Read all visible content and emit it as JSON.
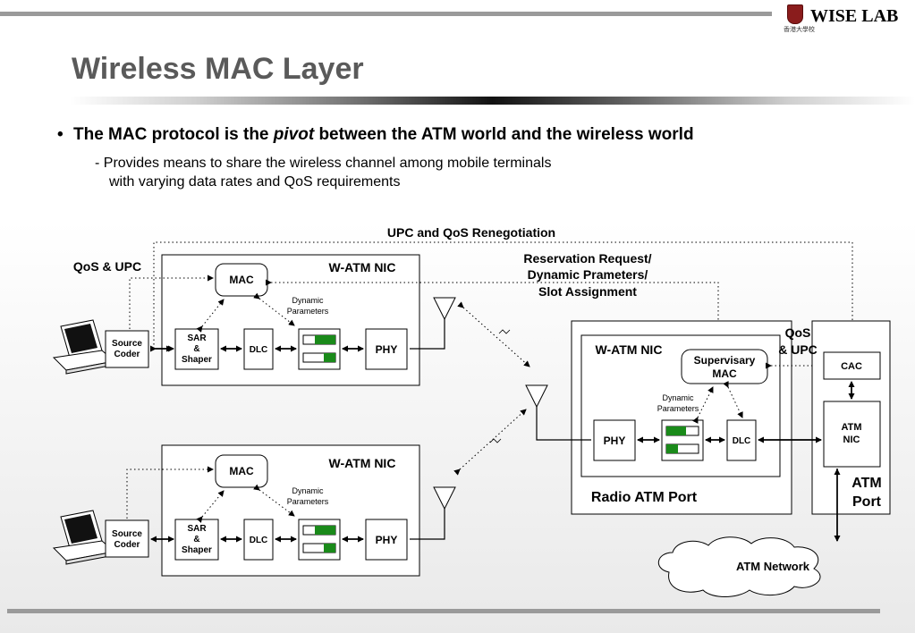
{
  "header": {
    "logo_text": "WISE LAB",
    "logo_subtext": "香港大學校"
  },
  "title": "Wireless MAC Layer",
  "bullets": {
    "main_prefix": "The MAC protocol is the ",
    "main_emph": "pivot",
    "main_suffix": " between the ATM world and the wireless world",
    "sub_line1": "-  Provides means to share the wireless channel among mobile terminals",
    "sub_line2": "with varying data rates and QoS requirements"
  },
  "diagram": {
    "upc_reneg": "UPC and QoS Renegotiation",
    "qos_upc_left": "QoS & UPC",
    "reservation_line1": "Reservation Request/",
    "reservation_line2": "Dynamic Prameters/",
    "reservation_line3": "Slot Assignment",
    "terminal1": {
      "nic_label": "W-ATM NIC",
      "mac": "MAC",
      "dyn_line1": "Dynamic",
      "dyn_line2": "Parameters",
      "source_line1": "Source",
      "source_line2": "Coder",
      "sar_line1": "SAR",
      "sar_line2": "&",
      "sar_line3": "Shaper",
      "dlc": "DLC",
      "phy": "PHY"
    },
    "terminal2": {
      "nic_label": "W-ATM NIC",
      "mac": "MAC",
      "dyn_line1": "Dynamic",
      "dyn_line2": "Parameters",
      "source_line1": "Source",
      "source_line2": "Coder",
      "sar_line1": "SAR",
      "sar_line2": "&",
      "sar_line3": "Shaper",
      "dlc": "DLC",
      "phy": "PHY"
    },
    "radio_port": {
      "nic_label": "W-ATM NIC",
      "sup_line1": "Supervisary",
      "sup_line2": "MAC",
      "dyn_line1": "Dynamic",
      "dyn_line2": "Parameters",
      "phy": "PHY",
      "dlc": "DLC",
      "port_label": "Radio ATM Port"
    },
    "atm_port": {
      "qos_line1": "QoS",
      "qos_line2": "& UPC",
      "cac": "CAC",
      "nic_line1": "ATM",
      "nic_line2": "NIC",
      "port_line1": "ATM",
      "port_line2": "Port"
    },
    "network": "ATM Network"
  },
  "colors": {
    "buffer_fill": "#1a8a1a",
    "title_gray": "#5a5a5a",
    "rule_gray": "#9a9a9a"
  }
}
